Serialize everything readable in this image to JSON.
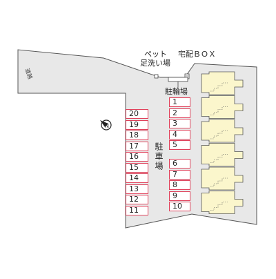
{
  "labels": {
    "pet_wash_line1": "ペット",
    "pet_wash_line2": "足洗い場",
    "delivery_box": "宅配ＢＯＸ",
    "bicycle_parking": "駐輪場",
    "car_parking": "駐車場",
    "road": "道路"
  },
  "parking_left": [
    "20",
    "19",
    "18",
    "17",
    "16",
    "15",
    "14",
    "13",
    "12",
    "11"
  ],
  "parking_right_top": [
    "1",
    "2",
    "3",
    "4",
    "5"
  ],
  "parking_right_bottom": [
    "6",
    "7",
    "8",
    "9",
    "10"
  ],
  "building_units": 6,
  "colors": {
    "site_fill": "#e8e8e8",
    "outline": "#555555",
    "stall_border": "#e0405a",
    "building_fill": "#fbf6cc"
  },
  "icons": [
    "compass-north-icon",
    "pet-wash-icon",
    "delivery-box-icon"
  ]
}
